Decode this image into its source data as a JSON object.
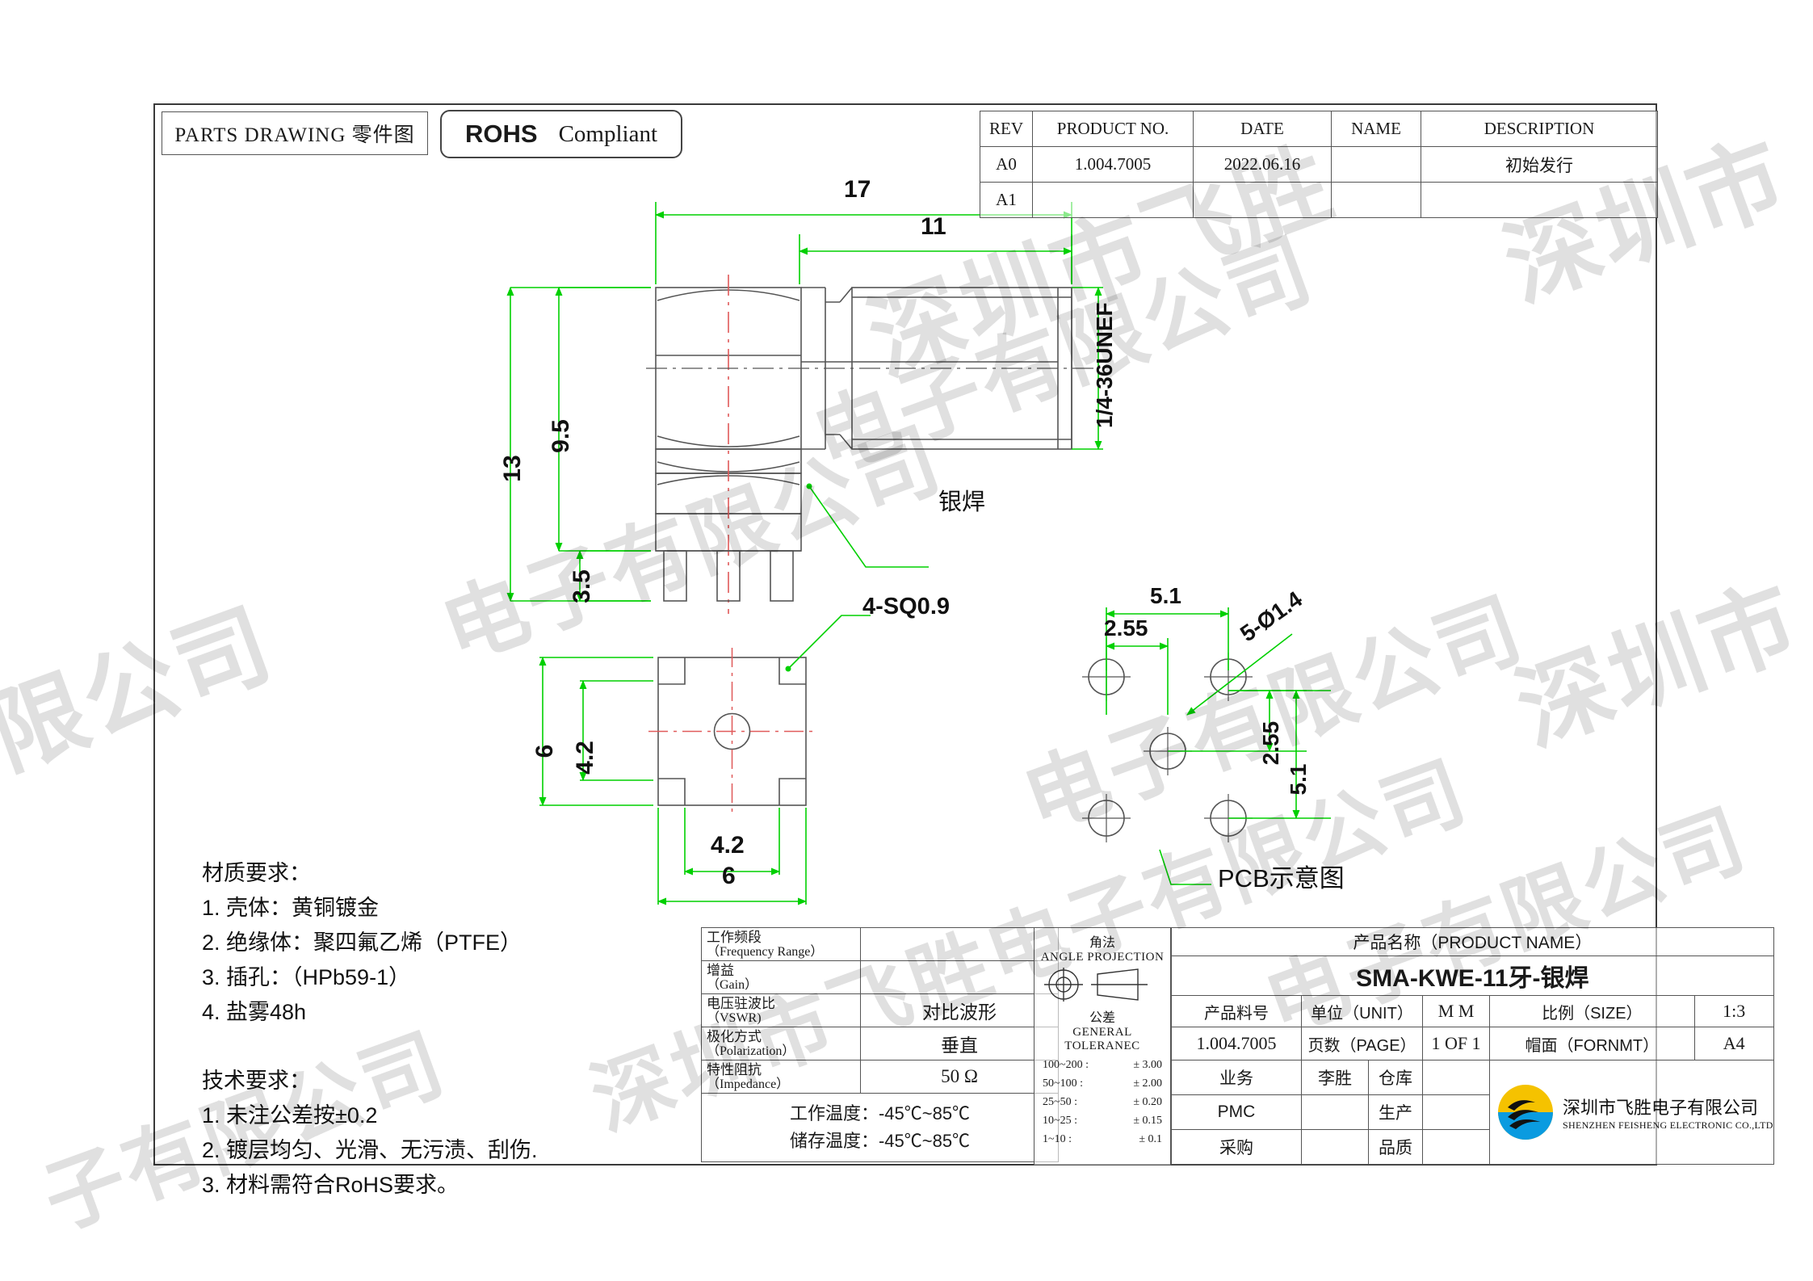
{
  "header": {
    "parts_drawing": "PARTS DRAWING 零件图",
    "rohs_main": "ROHS",
    "rohs_sub": "Compliant"
  },
  "revision_table": {
    "columns": [
      "REV",
      "PRODUCT NO.",
      "DATE",
      "NAME",
      "DESCRIPTION"
    ],
    "rows": [
      {
        "rev": "A0",
        "product_no": "1.004.7005",
        "date": "2022.06.16",
        "name": "",
        "description": "初始发行"
      },
      {
        "rev": "A1",
        "product_no": "",
        "date": "",
        "name": "",
        "description": ""
      }
    ]
  },
  "dimensions": {
    "overall_length": "17",
    "thread_length": "11",
    "total_height": "13",
    "body_height": "9.5",
    "pin_length": "3.5",
    "thread_spec": "1/4-36UNEF",
    "solder_note": "银焊",
    "pin_note": "4-SQ0.9",
    "bottom_width_outer": "6",
    "bottom_width_inner": "4.2",
    "bottom_height_outer": "6",
    "bottom_height_inner": "4.2",
    "pcb_h_outer": "5.1",
    "pcb_h_inner": "2.55",
    "pcb_v_inner": "2.55",
    "pcb_v_outer": "5.1",
    "pcb_hole_spec": "5-Ø1.4",
    "pcb_title": "PCB示意图"
  },
  "notes": {
    "material_title": "材质要求：",
    "material_items": [
      "1. 壳体：黄铜镀金",
      "2. 绝缘体：聚四氟乙烯（PTFE）",
      "3. 插孔：（HPb59-1）",
      "4. 盐雾48h"
    ],
    "tech_title": "技术要求：",
    "tech_items": [
      "1. 未注公差按±0.2",
      "2. 镀层均匀、光滑、无污渍、刮伤.",
      "3. 材料需符合RoHS要求。"
    ]
  },
  "spec_table": {
    "rows": [
      {
        "cn": "工作频段",
        "en": "（Frequency Range）",
        "value": ""
      },
      {
        "cn": "增益",
        "en": "（Gain）",
        "value": ""
      },
      {
        "cn": "电压驻波比",
        "en": "（VSWR)",
        "value": "对比波形"
      },
      {
        "cn": "极化方式",
        "en": "（Polarization）",
        "value": "垂直"
      },
      {
        "cn": "特性阻抗",
        "en": "（Impedance）",
        "value": "50 Ω"
      }
    ],
    "operating_temp": "工作温度：-45℃~85℃",
    "storage_temp": "储存温度：-45℃~85℃"
  },
  "tolerance_block": {
    "angle_cn": "角法",
    "angle_en": "ANGLE PROJECTION",
    "tol_cn": "公差",
    "tol_en": "GENERAL TOLERANEC",
    "rows": [
      {
        "range": "100~200 :",
        "tol": "± 3.00"
      },
      {
        "range": "50~100 :",
        "tol": "± 2.00"
      },
      {
        "range": "25~50 :",
        "tol": "± 0.20"
      },
      {
        "range": "10~25 :",
        "tol": "± 0.15"
      },
      {
        "range": "1~10 :",
        "tol": "± 0.1"
      }
    ]
  },
  "title_block": {
    "product_name_header": "产品名称（PRODUCT NAME）",
    "product_name": "SMA-KWE-11牙-银焊",
    "material_no_label": "产品料号",
    "material_no_value": "1.004.7005",
    "unit_label": "单位（UNIT）",
    "unit_value": "M M",
    "size_label": "比例（SIZE）",
    "size_value": "1:3",
    "page_label": "页数（PAGE）",
    "page_value": "1 OF 1",
    "format_label": "帽面（FORNMT）",
    "format_value": "A4",
    "sign_rows": [
      {
        "role": "业务",
        "person": "李胜",
        "role2": "仓库",
        "person2": ""
      },
      {
        "role": "PMC",
        "person": "",
        "role2": "生产",
        "person2": ""
      },
      {
        "role": "采购",
        "person": "",
        "role2": "品质",
        "person2": ""
      }
    ],
    "company_cn": "深圳市飞胜电子有限公司",
    "company_en": "SHENZHEN FEISHENG ELECTRONIC  CO.,LTD"
  },
  "watermarks": [
    "深圳市飞胜",
    "电子有限公司",
    "深圳市",
    "限公司",
    "深圳市飞胜电子有限公司",
    "子有限公司"
  ],
  "colors": {
    "dimension_green": "#00d000",
    "centerline_red": "#e05a5a",
    "outline_gray": "#555555",
    "logo_yellow": "#f5c200",
    "logo_blue": "#0a9be0"
  }
}
